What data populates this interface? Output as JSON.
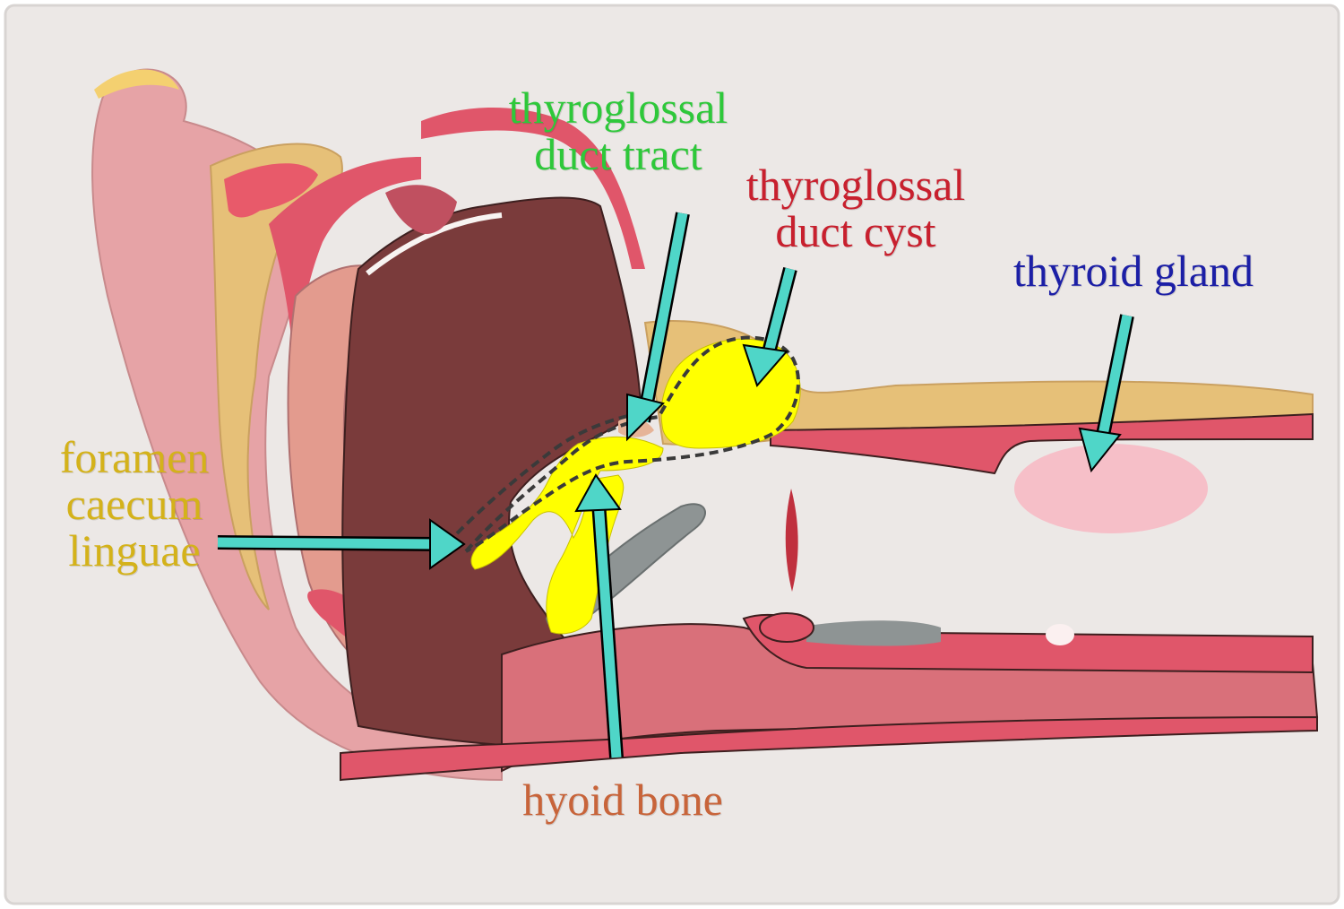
{
  "diagram": {
    "labels": {
      "thyroglossal_duct_tract": [
        "thyroglossal",
        "duct tract"
      ],
      "thyroglossal_duct_cyst": [
        "thyroglossal",
        "duct cyst"
      ],
      "thyroid_gland": [
        "thyroid gland"
      ],
      "foramen_caecum_linguae": [
        "foramen",
        "caecum",
        "linguae"
      ],
      "hyoid_bone": [
        "hyoid bone"
      ]
    },
    "colors": {
      "background": "#ece8e6",
      "tract_label": "#2ec83a",
      "cyst_label": "#c8202e",
      "thyroid_label": "#1c1fa6",
      "foramen_label": "#d4b21a",
      "hyoid_label": "#c8643a",
      "arrow": "#4fd6c8",
      "cyst_fill": "#ffff00",
      "tongue": "#7a3b3b",
      "soft_tissue": "#e6a3a6",
      "bone_tan": "#e6c078",
      "thyroid_fill": "#f6bfc8",
      "cartilage_gray": "#8e9494",
      "mucosa_red": "#e0566a"
    }
  }
}
